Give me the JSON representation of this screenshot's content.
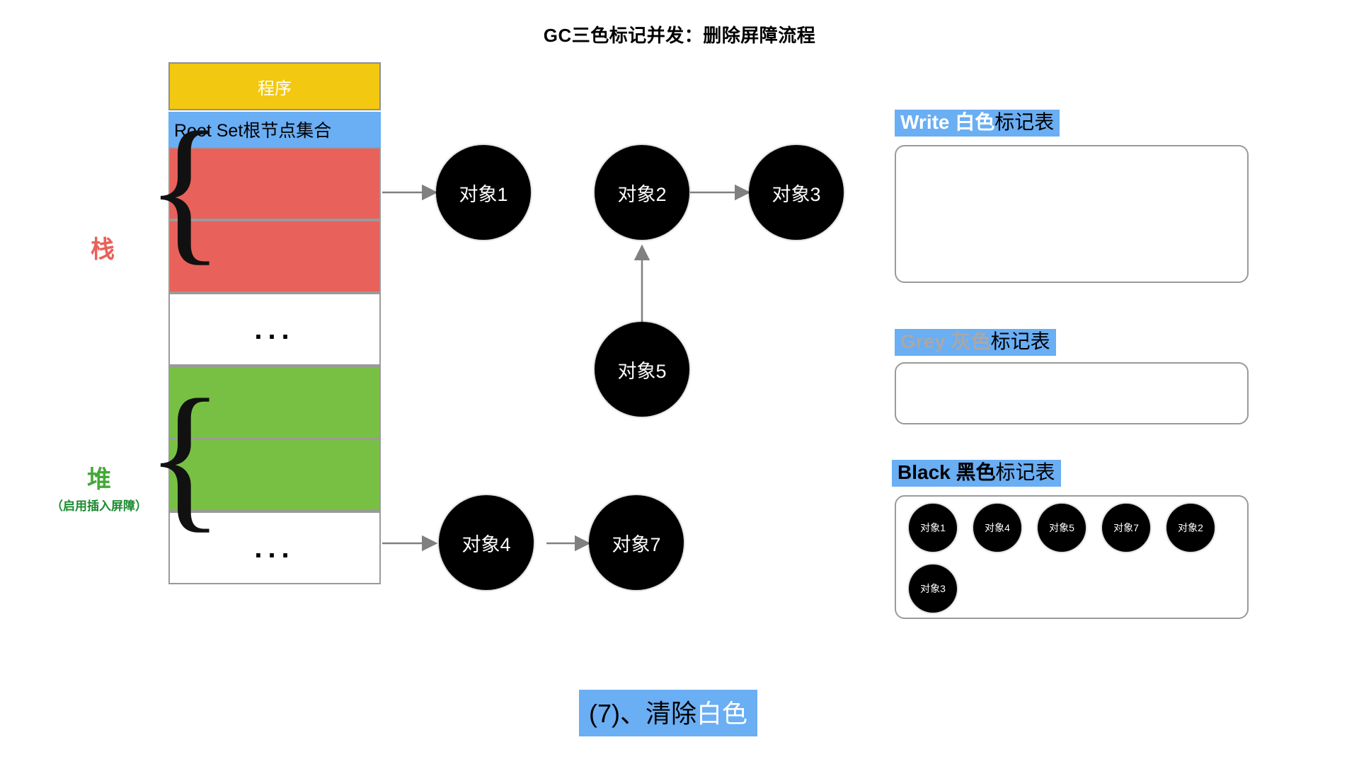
{
  "title": "GC三色标记并发：删除屏障流程",
  "memory": {
    "program_label": "程序",
    "rootset_label": "Root Set根节点集合",
    "ellipsis": "...",
    "stack": {
      "label": "栈",
      "color": "#e8615a",
      "cells": [
        "",
        ""
      ]
    },
    "heap": {
      "label": "堆",
      "sublabel": "（启用插入屏障）",
      "color": "#78c043",
      "cells": [
        "",
        ""
      ]
    }
  },
  "graph": {
    "nodes": [
      {
        "id": "obj1",
        "label": "对象1"
      },
      {
        "id": "obj2",
        "label": "对象2"
      },
      {
        "id": "obj3",
        "label": "对象3"
      },
      {
        "id": "obj5",
        "label": "对象5"
      },
      {
        "id": "obj4",
        "label": "对象4"
      },
      {
        "id": "obj7",
        "label": "对象7"
      }
    ],
    "edges": [
      {
        "from": "stack-cell-1",
        "to": "obj1"
      },
      {
        "from": "obj2",
        "to": "obj3"
      },
      {
        "from": "obj5",
        "to": "obj2"
      },
      {
        "from": "heap-cell-2",
        "to": "obj4"
      },
      {
        "from": "obj4",
        "to": "obj7"
      }
    ]
  },
  "tables": {
    "white": {
      "title_bold": "Write 白色",
      "title_rest": "标记表",
      "items": []
    },
    "grey": {
      "title_bold": "Grey 灰色",
      "title_rest": "标记表",
      "items": []
    },
    "black": {
      "title_bold": "Black 黑色",
      "title_rest": "标记表",
      "items": [
        "对象1",
        "对象4",
        "对象5",
        "对象7",
        "对象2",
        "对象3"
      ]
    }
  },
  "caption": {
    "prefix": "(7)、清除",
    "highlight": "白色"
  },
  "colors": {
    "accent_blue": "#6aaef4",
    "stack_red": "#e8615a",
    "heap_green": "#78c043",
    "program_yellow": "#f2c811",
    "node_black": "#000000",
    "border_grey": "#9a9a9a",
    "arrow_grey": "#808080"
  }
}
